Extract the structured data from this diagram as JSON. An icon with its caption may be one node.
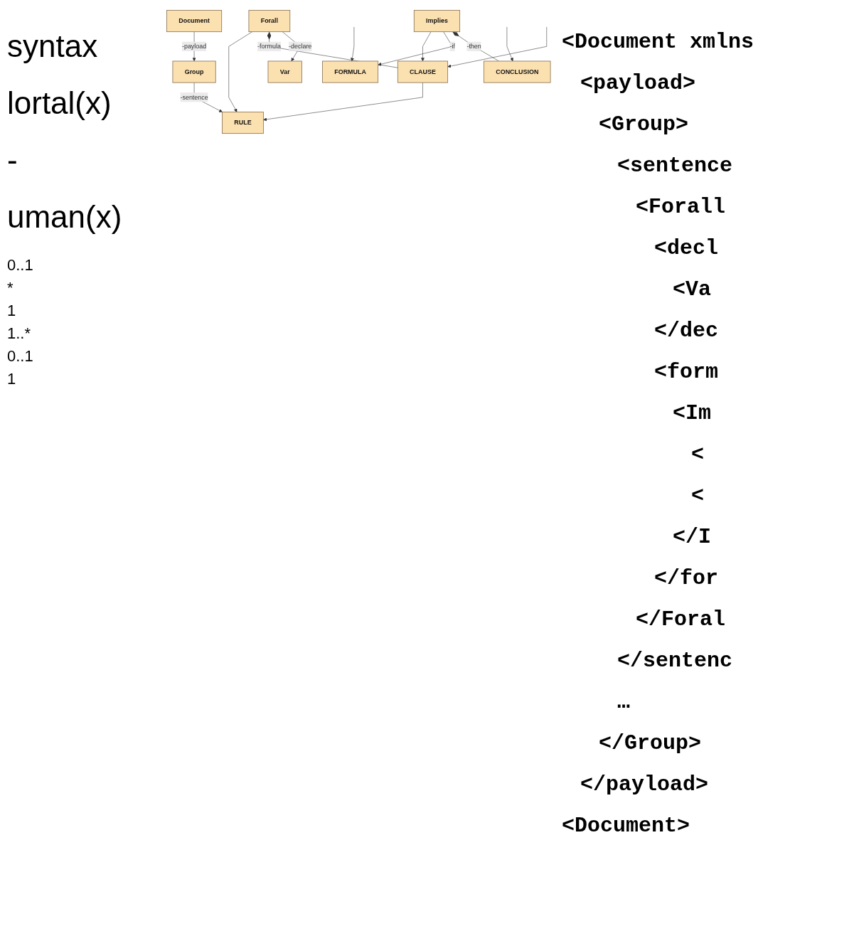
{
  "diagram": {
    "nodes": [
      {
        "text": [
          "Document"
        ]
      },
      {
        "text": [
          "Group"
        ]
      },
      {
        "text": [
          "RULE"
        ]
      },
      {
        "text": [
          "Forall"
        ]
      },
      {
        "text": [
          "CLAUSE"
        ]
      },
      {
        "text": [
          "Var"
        ]
      },
      {
        "text": [
          "FORMULA"
        ]
      },
      {
        "text": [
          "Implies"
        ]
      },
      {
        "text": [
          "CONCLUSION"
        ]
      }
    ],
    "edges": [
      {
        "from": 0,
        "to": 1,
        "arrow": "to",
        "label": "-payload"
      },
      {
        "from": 1,
        "to": 2,
        "arrow": "to",
        "label": "-sentence"
      },
      {
        "from": 3,
        "to": 2,
        "arrow": "to"
      },
      {
        "from": 4,
        "to": 2,
        "arrow": "to"
      },
      {
        "from": 3,
        "to": 4,
        "arrow": "other",
        "label": "-formula"
      },
      {
        "from": 3,
        "to": 5,
        "arrow": "to",
        "label": "-declare"
      },
      {
        "from": null,
        "to": 4,
        "arrow": "to"
      },
      {
        "from": 7,
        "to": 4,
        "arrow": "to"
      },
      {
        "from": 7,
        "to": 6,
        "arrow": "to",
        "label": "-if"
      },
      {
        "from": 7,
        "to": 8,
        "arrow": "other",
        "label": "-then"
      },
      {
        "from": null,
        "to": 6,
        "arrow": "to"
      },
      {
        "from": null,
        "to": 8,
        "arrow": "to"
      }
    ],
    "labels": [
      "syntax",
      "lortal(x)",
      "-",
      "uman(x)",
      "0..1",
      "*",
      "1",
      "1..*",
      "0..1",
      "1",
      "<Document xmlns",
      "<payload>",
      "<Group>",
      "<sentence",
      "<Forall",
      "<decl",
      "<Va",
      "</dec",
      "<form",
      "<Im",
      "<",
      "<",
      "</I",
      "</for",
      "</Foral",
      "</sentenc",
      "…",
      "</Group>",
      "</payload>",
      "<Document>"
    ]
  }
}
